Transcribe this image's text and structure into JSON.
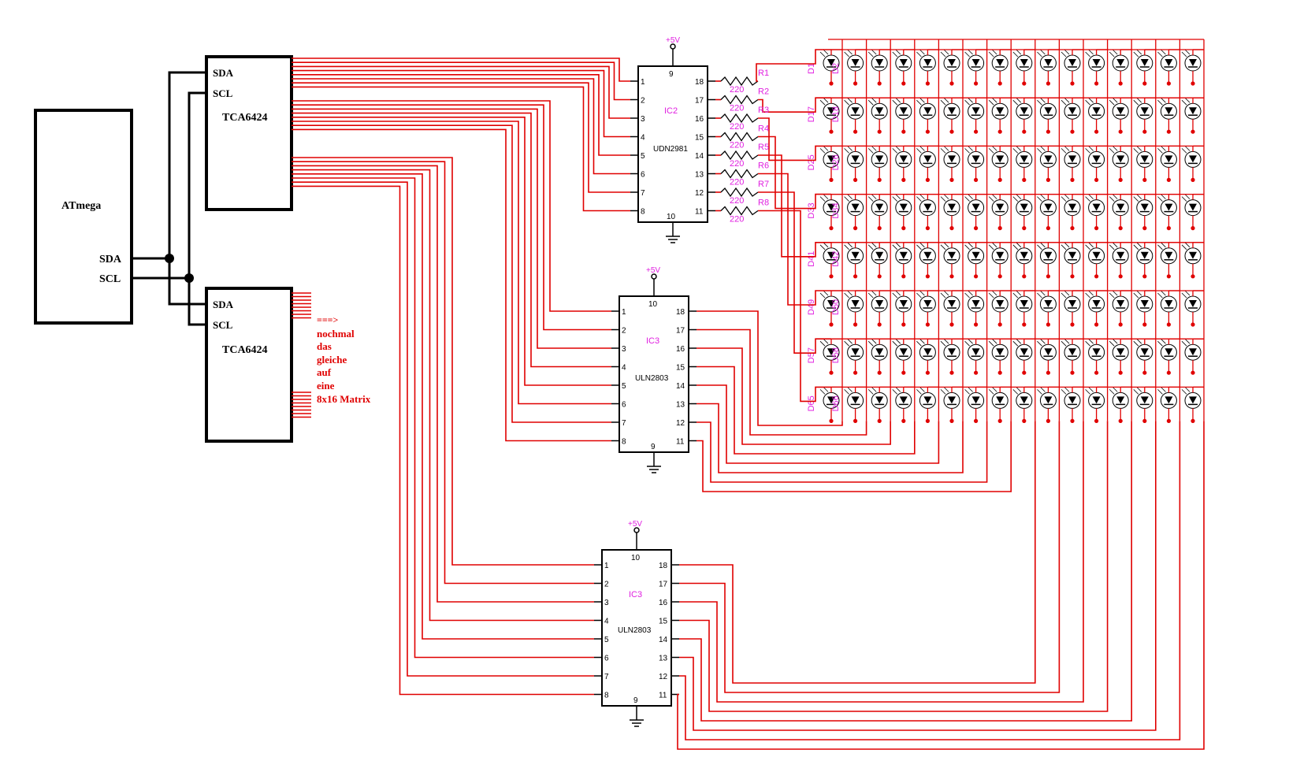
{
  "colors": {
    "wire": "#e00000",
    "ink": "#000000",
    "label": "#e020e0"
  },
  "mcu": {
    "name": "ATmega",
    "pin_sda": "SDA",
    "pin_scl": "SCL"
  },
  "expander_top": {
    "name": "TCA6424",
    "pin_sda": "SDA",
    "pin_scl": "SCL"
  },
  "expander_bottom": {
    "name": "TCA6424",
    "pin_sda": "SDA",
    "pin_scl": "SCL"
  },
  "note": {
    "arrow": "===>",
    "lines": [
      "nochmal",
      "das",
      "gleiche",
      "auf",
      "eine",
      "8x16 Matrix"
    ]
  },
  "ic2": {
    "ref": "IC2",
    "part": "UDN2981",
    "supply": "+5V",
    "vcc_pin": "9",
    "gnd_pin": "10",
    "left_pins": [
      "1",
      "2",
      "3",
      "4",
      "5",
      "6",
      "7",
      "8"
    ],
    "right_pins": [
      "18",
      "17",
      "16",
      "15",
      "14",
      "13",
      "12",
      "11"
    ]
  },
  "ic3a": {
    "ref": "IC3",
    "part": "ULN2803",
    "supply": "+5V",
    "vcc_pin": "10",
    "gnd_pin": "9",
    "left_pins": [
      "1",
      "2",
      "3",
      "4",
      "5",
      "6",
      "7",
      "8"
    ],
    "right_pins": [
      "18",
      "17",
      "16",
      "15",
      "14",
      "13",
      "12",
      "11"
    ]
  },
  "ic3b": {
    "ref": "IC3",
    "part": "ULN2803",
    "supply": "+5V",
    "vcc_pin": "10",
    "gnd_pin": "9",
    "left_pins": [
      "1",
      "2",
      "3",
      "4",
      "5",
      "6",
      "7",
      "8"
    ],
    "right_pins": [
      "18",
      "17",
      "16",
      "15",
      "14",
      "13",
      "12",
      "11"
    ]
  },
  "resistors": [
    {
      "ref": "R1",
      "value": "220"
    },
    {
      "ref": "R2",
      "value": "220"
    },
    {
      "ref": "R3",
      "value": "220"
    },
    {
      "ref": "R4",
      "value": "220"
    },
    {
      "ref": "R5",
      "value": "220"
    },
    {
      "ref": "R6",
      "value": "220"
    },
    {
      "ref": "R7",
      "value": "220"
    },
    {
      "ref": "R8",
      "value": "220"
    }
  ],
  "matrix": {
    "rows": 8,
    "cols": 16,
    "row_labels": [
      [
        "D1",
        "D2"
      ],
      [
        "D17",
        "D18"
      ],
      [
        "D25",
        "D26"
      ],
      [
        "D33",
        "D34"
      ],
      [
        "D41",
        "D42"
      ],
      [
        "D49",
        "D50"
      ],
      [
        "D57",
        "D58"
      ],
      [
        "D65",
        "D66"
      ]
    ]
  }
}
